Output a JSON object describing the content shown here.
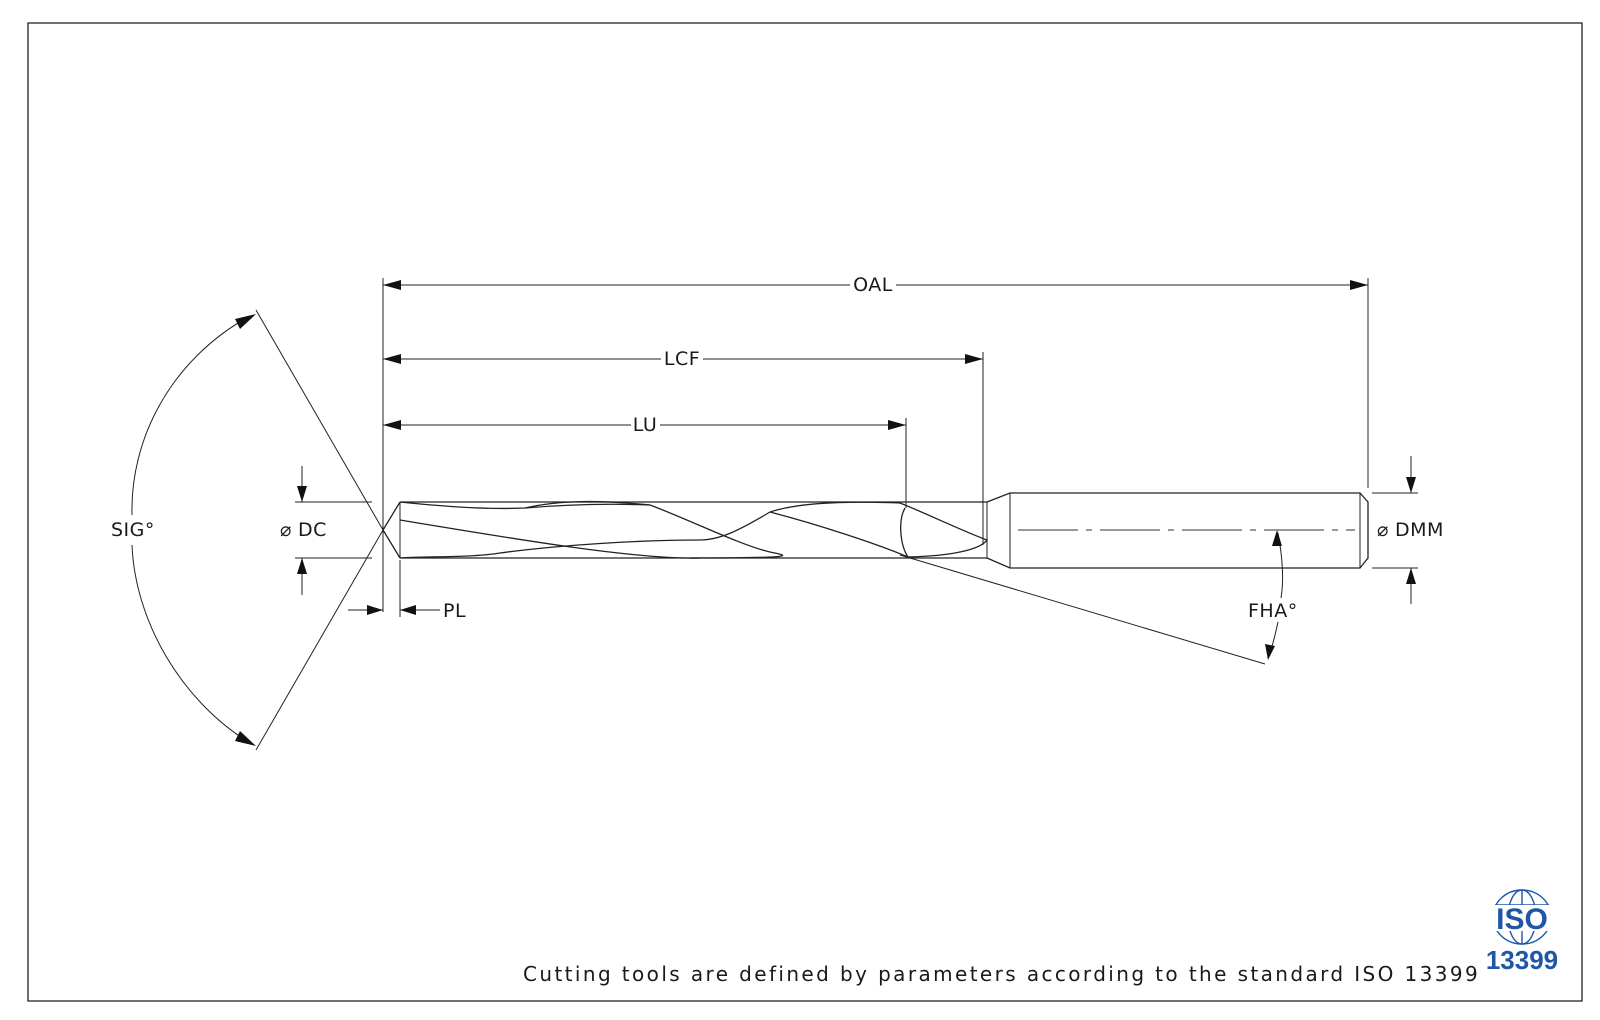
{
  "labels": {
    "oal": "OAL",
    "lcf": "LCF",
    "lu": "LU",
    "sig": "SIG°",
    "dc": "DC",
    "pl": "PL",
    "dmm": "DMM",
    "fha": "FHA°"
  },
  "diameter_symbol": "⌀",
  "footer": "Cutting tools are defined by parameters according to the standard ISO 13399",
  "logo": {
    "line1": "ISO",
    "line2": "13399",
    "color": "#1f57a6"
  }
}
